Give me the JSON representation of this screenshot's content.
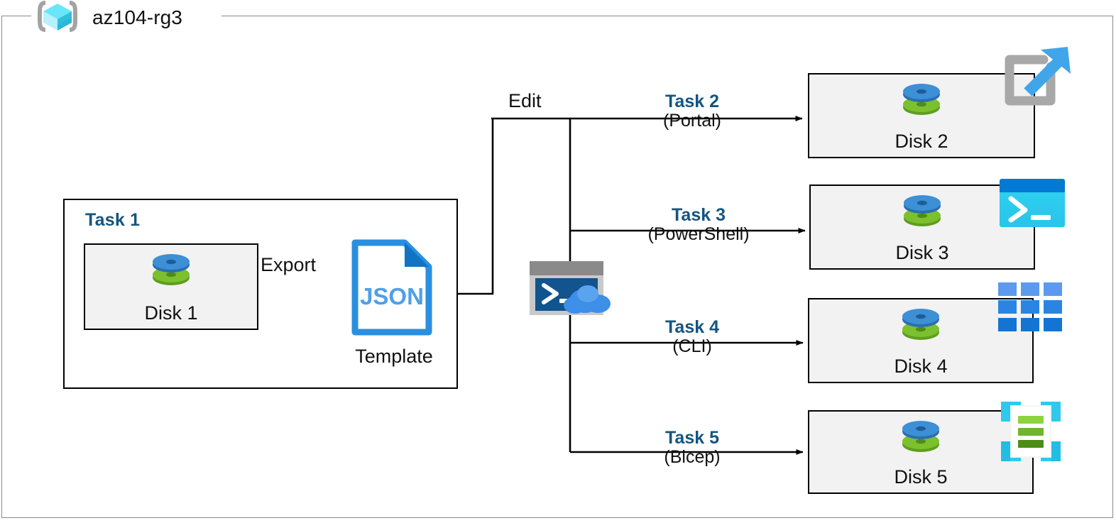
{
  "diagram": {
    "title": "az104-rg3",
    "resource_group_icon": "resource-group-cube-icon",
    "colors": {
      "task_label": "#14557f",
      "box_fill": "#f2f2f2",
      "box_border": "#000000",
      "frame_border": "#8a8a8a",
      "disk_blue": "#3b8fd4",
      "disk_green": "#74b72e",
      "json_blue": "#2a8fe0",
      "portal_gray": "#a6a6a6",
      "portal_arrow_blue": "#41a5ea",
      "powershell_cyan": "#2fd2f0",
      "powershell_bar": "#0279d4",
      "cli_blue": "#1f7fd6",
      "bicep_cyan": "#2ec9ec",
      "bicep_green": "#76bc2d"
    }
  },
  "task1": {
    "label": "Task 1",
    "disk": {
      "caption": "Disk 1",
      "icon": "stacked-disk-icon"
    },
    "export_label": "Export",
    "template": {
      "file_type": "JSON",
      "caption": "Template",
      "icon": "json-file-icon"
    }
  },
  "edit": {
    "label": "Edit"
  },
  "cloudshell": {
    "icon": "cloud-shell-icon"
  },
  "branches": [
    {
      "task": "Task 2",
      "method": "(Portal)",
      "disk_caption": "Disk 2",
      "disk_icon": "stacked-disk-icon",
      "tool_icon": "open-in-new-window-icon"
    },
    {
      "task": "Task 3",
      "method": "(PowerShell)",
      "disk_caption": "Disk 3",
      "disk_icon": "stacked-disk-icon",
      "tool_icon": "powershell-console-icon"
    },
    {
      "task": "Task 4",
      "method": "(CLI)",
      "disk_caption": "Disk 4",
      "disk_icon": "stacked-disk-icon",
      "tool_icon": "azure-cli-grid-icon"
    },
    {
      "task": "Task 5",
      "method": "(Bicep)",
      "disk_caption": "Disk 5",
      "disk_icon": "stacked-disk-icon",
      "tool_icon": "bicep-template-icon"
    }
  ]
}
